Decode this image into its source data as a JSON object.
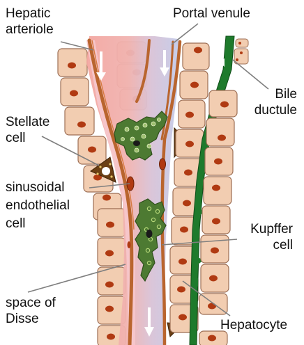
{
  "labels": {
    "hepatic_arteriole": [
      "Hepatic",
      "arteriole"
    ],
    "portal_venule": "Portal venule",
    "bile_ductule": [
      "Bile",
      "ductule"
    ],
    "stellate_cell": [
      "Stellate",
      "cell"
    ],
    "sinusoidal_endothelial_cell": [
      "sinusoidal",
      "endothelial",
      "cell"
    ],
    "kupffer_cell": [
      "Kupffer",
      "cell"
    ],
    "space_of_disse": [
      "space of",
      "Disse"
    ],
    "hepatocyte": "Hepatocyte"
  },
  "colors": {
    "hepatocyte_fill": "#f2cdb1",
    "hepatocyte_outline": "#9c6e54",
    "nucleus": "#b03a12",
    "arterial_blood": "#f3a6a0",
    "venous_blood": "#c4cbe8",
    "endothelium": "#b9652e",
    "space_of_disse": "#f6c8cc",
    "bile_duct": "#1e7a2c",
    "stellate_cell": "#6b3f14",
    "kupffer_cell": "#4d7a32"
  }
}
